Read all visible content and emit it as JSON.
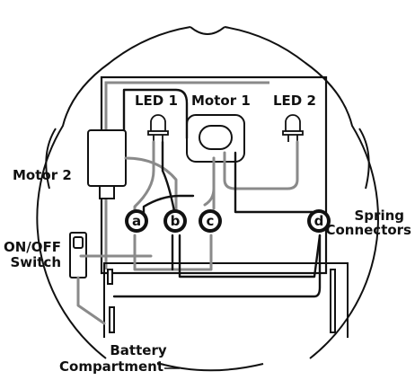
{
  "colors": {
    "ink": "#111111",
    "wire_gray": "#8a8a8a",
    "board": "#ffffff"
  },
  "labels": {
    "led1": "LED 1",
    "motor1": "Motor 1",
    "led2": "LED 2",
    "motor2": "Motor 2",
    "spring_line1": "Spring",
    "spring_line2": "Connectors",
    "switch_line1": "ON/OFF",
    "switch_line2": "Switch",
    "battery_line1": "Battery",
    "battery_line2": "Compartment"
  },
  "connectors": [
    {
      "id": "a",
      "glyph": "a"
    },
    {
      "id": "b",
      "glyph": "b"
    },
    {
      "id": "c",
      "glyph": "c"
    },
    {
      "id": "d",
      "glyph": "d"
    }
  ],
  "icons": [
    "led-1-icon",
    "led-2-icon",
    "motor-1-icon",
    "motor-2-icon",
    "on-off-switch-icon",
    "battery-compartment-icon"
  ]
}
